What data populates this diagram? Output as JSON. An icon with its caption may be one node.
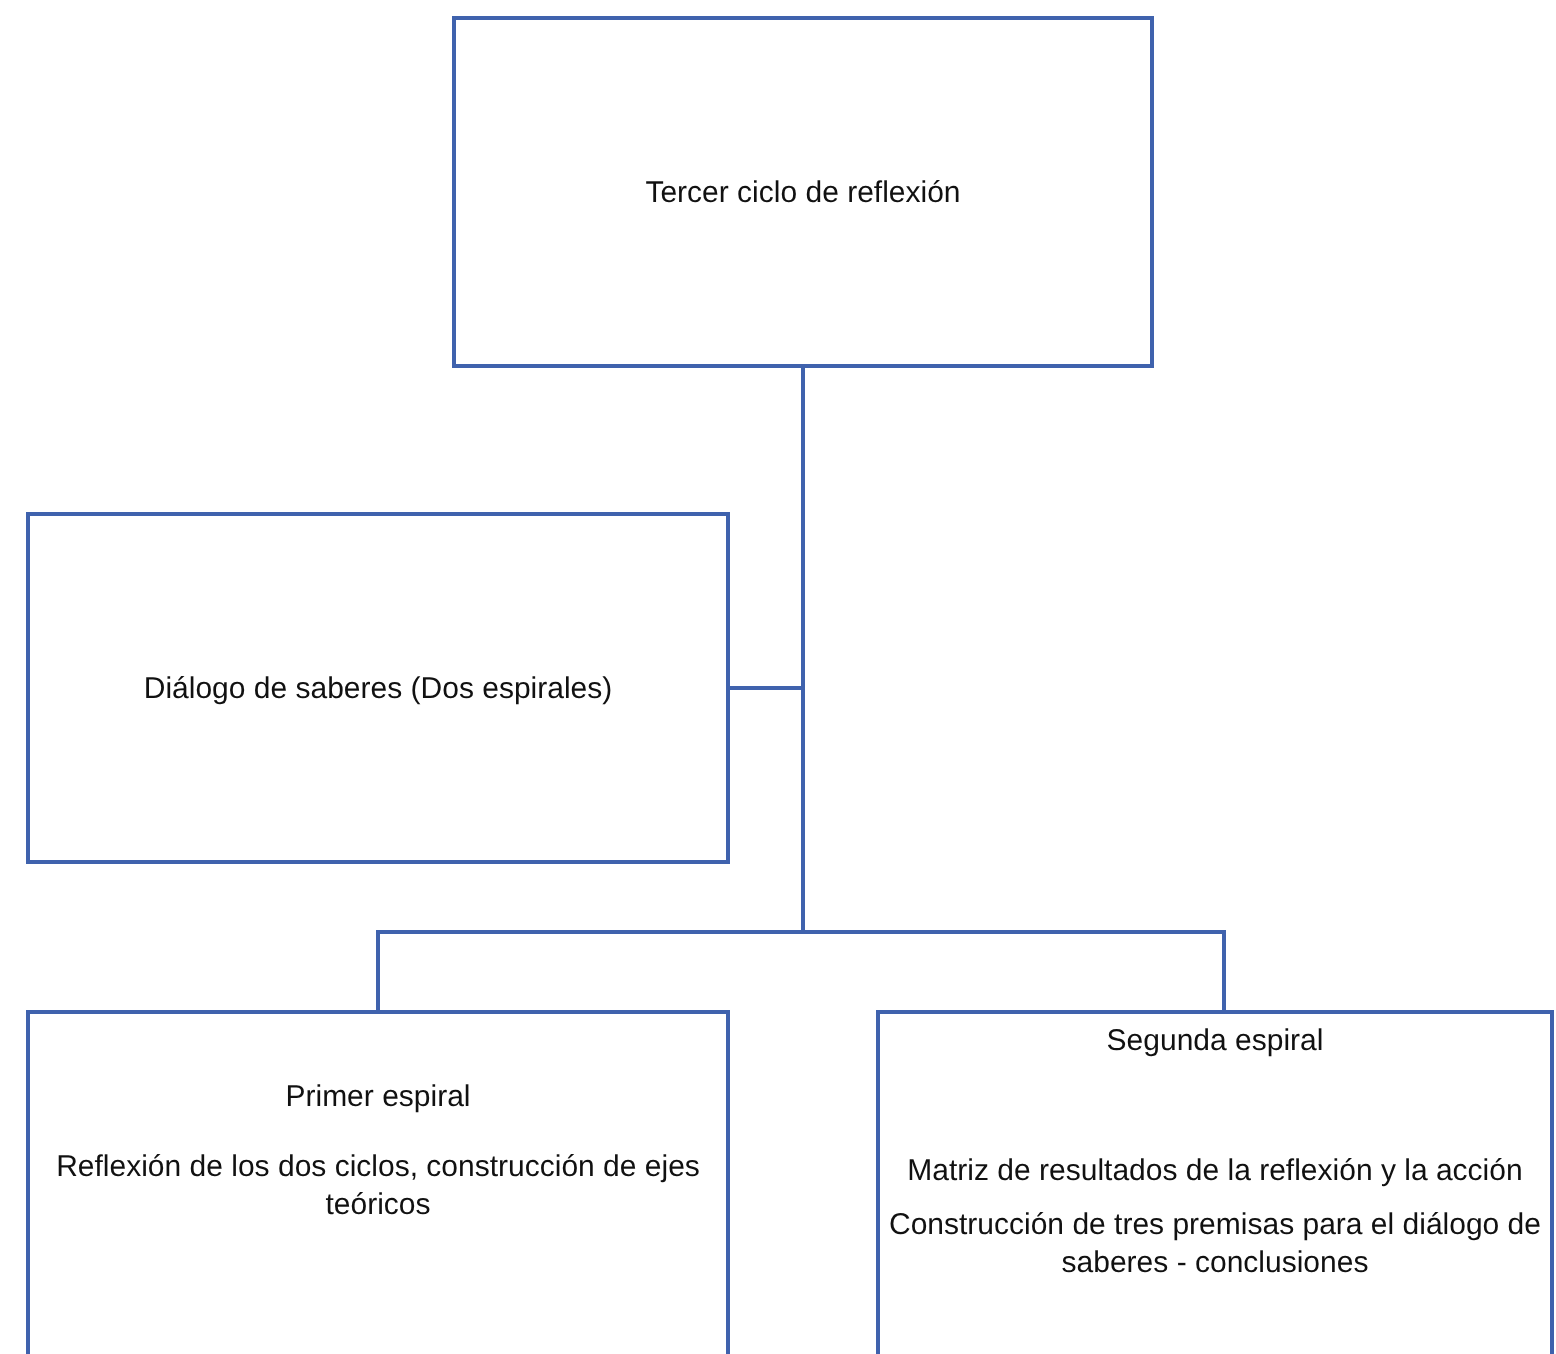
{
  "diagram": {
    "nodes": [
      {
        "text": [
          "Tercer ciclo de reflexión"
        ]
      },
      {
        "text": [
          "Diálogo de saberes (Dos espirales)"
        ]
      },
      {
        "text": [
          "Primer espiral",
          "Reflexión de los dos ciclos, construcción de ejes teóricos"
        ]
      },
      {
        "text": [
          "Segunda espiral",
          "Matriz de resultados de la reflexión y la acción",
          "Construcción de tres premisas para el diálogo de saberes - conclusiones"
        ]
      }
    ],
    "edges": [
      {
        "from": 0,
        "to": 1,
        "arrow": "none"
      },
      {
        "from": 0,
        "to": 2,
        "arrow": "none"
      },
      {
        "from": 0,
        "to": 3,
        "arrow": "none"
      }
    ]
  }
}
